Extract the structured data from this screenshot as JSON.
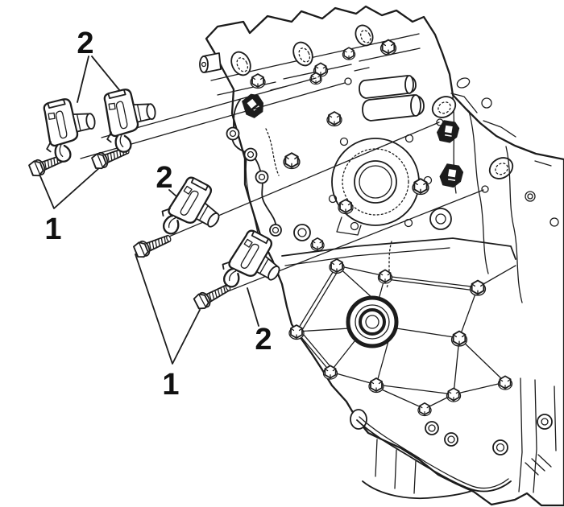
{
  "figure": {
    "background_color": "#ffffff",
    "line_color": "#1c1c1c",
    "callouts": [
      {
        "id": "callout-sensors-top-pair",
        "label": "2",
        "points_to": "two camshaft position sensors (upper pair)"
      },
      {
        "id": "callout-bolts-top-pair",
        "label": "1",
        "points_to": "two hex bolts (upper pair)"
      },
      {
        "id": "callout-sensor-middle",
        "label": "2",
        "points_to": "middle sensor"
      },
      {
        "id": "callout-sensor-lower",
        "label": "2",
        "points_to": "lower sensor"
      },
      {
        "id": "callout-bolts-lower-pair",
        "label": "1",
        "points_to": "two hex bolts (lower pair)"
      }
    ],
    "part_counts": {
      "sensors": 4,
      "bolts": 4
    }
  }
}
